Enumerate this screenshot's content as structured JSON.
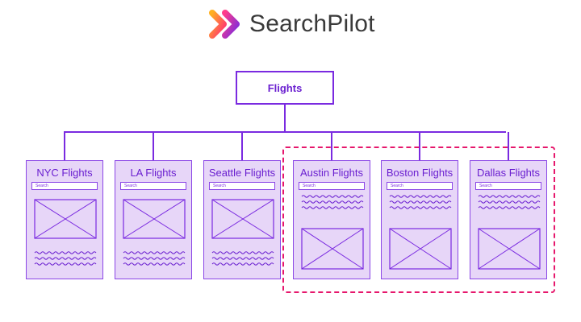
{
  "brand": {
    "name": "SearchPilot",
    "logo_icon": "chevron-arrows-icon",
    "colors": {
      "orange": "#ff8a1c",
      "pink": "#ff2d78",
      "purple": "#7a2ae0"
    }
  },
  "root": {
    "label": "Flights"
  },
  "pages": [
    {
      "title": "NYC Flights",
      "search_placeholder": "Search",
      "layout": "image-top"
    },
    {
      "title": "LA Flights",
      "search_placeholder": "Search",
      "layout": "image-top"
    },
    {
      "title": "Seattle Flights",
      "search_placeholder": "Search",
      "layout": "image-top"
    },
    {
      "title": "Austin Flights",
      "search_placeholder": "Search",
      "layout": "text-top"
    },
    {
      "title": "Boston Flights",
      "search_placeholder": "Search",
      "layout": "text-top"
    },
    {
      "title": "Dallas Flights",
      "search_placeholder": "Search",
      "layout": "text-top"
    }
  ],
  "highlight": {
    "group": [
      "Austin Flights",
      "Boston Flights",
      "Dallas Flights"
    ],
    "color": "#e6176c",
    "style": "dashed"
  },
  "colors": {
    "line": "#7a2ae0",
    "card_fill": "#e7d6f8",
    "card_border": "#8b46e6"
  }
}
